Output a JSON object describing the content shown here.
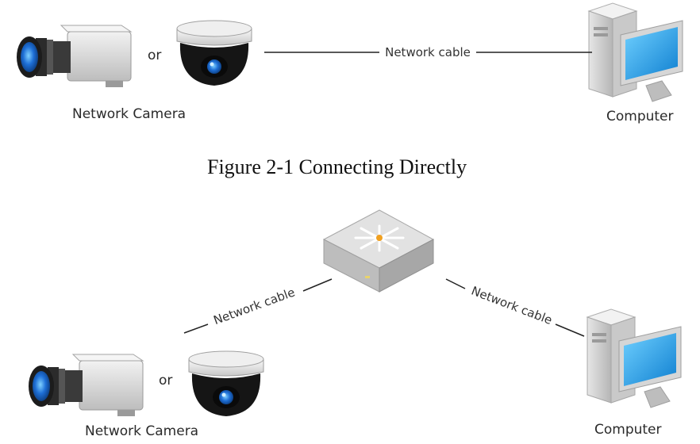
{
  "figure1": {
    "or_label": "or",
    "cable_label": "Network cable",
    "camera_label": "Network Camera",
    "computer_label": "Computer",
    "caption": "Figure 2-1 Connecting Directly"
  },
  "figure2": {
    "or_label": "or",
    "cable_left_label": "Network cable",
    "cable_right_label": "Network cable",
    "camera_label": "Network Camera",
    "computer_label": "Computer"
  },
  "icons": {
    "box_camera": "box-camera-icon",
    "dome_camera": "dome-camera-icon",
    "computer": "desktop-computer-icon",
    "switch": "network-switch-icon"
  },
  "colors": {
    "lens_blue": "#1e6fd6",
    "camera_body": "#d9d9d9",
    "screen_blue": "#1a9be6",
    "switch_body": "#b8b8b8",
    "switch_led": "#f0a020"
  }
}
